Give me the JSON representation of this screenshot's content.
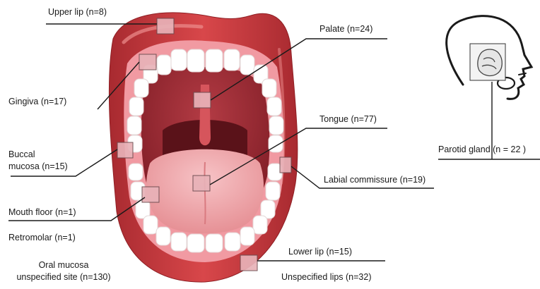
{
  "labels": {
    "upper_lip": "Upper lip (n=8)",
    "palate": "Palate (n=24)",
    "gingiva": "Gingiva (n=17)",
    "tongue": "Tongue (n=77)",
    "buccal_line1": "Buccal",
    "buccal_line2": "mucosa (n=15)",
    "labial_commissure": "Labial commissure  (n=19)",
    "mouth_floor": "Mouth floor (n=1)",
    "retromolar": "Retromolar (n=1)",
    "oral_mucosa_line1": "Oral mucosa",
    "oral_mucosa_line2": "unspecified site (n=130)",
    "lower_lip": "Lower lip (n=15)",
    "unspecified_lips": "Unspecified lips (n=32)",
    "parotid_gland": "Parotid gland (n = 22 )"
  },
  "colors": {
    "lip": "#c8393c",
    "lip_dark": "#8f1f24",
    "lip_highlight": "#e77a7a",
    "gum": "#f19aa2",
    "mouth_interior": "#9c2a33",
    "throat": "#5a1219",
    "tongue": "#f0a3a7",
    "tooth": "#ffffff",
    "marker_fill": "#e8b2b8",
    "leader_line": "#1a1a1a"
  }
}
